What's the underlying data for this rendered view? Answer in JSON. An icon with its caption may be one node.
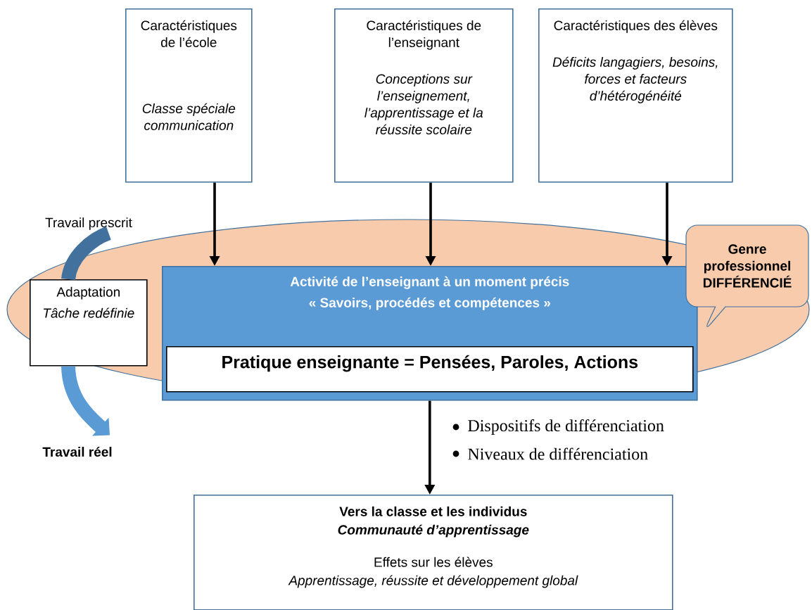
{
  "diagram": {
    "nodes": [
      {
        "text": [
          "Caractéristiques de l’école",
          "Classe spéciale communication"
        ]
      },
      {
        "text": [
          "Caractéristiques de l’enseignant",
          "Conceptions sur l’enseignement, l’apprentissage et la réussite scolaire"
        ]
      },
      {
        "text": [
          "Caractéristiques des élèves",
          "Déficits langagiers, besoins, forces et facteurs d’hétérogénéité"
        ]
      },
      {
        "text": [
          "Activité de l’enseignant à un moment précis",
          "« Savoirs, procédés et compétences »"
        ]
      },
      {
        "text": [
          "Pratique enseignante = Pensées, Paroles, Actions"
        ],
        "in": 3
      },
      {
        "text": [
          "Genre professionnel DIFFÉRENCIÉ"
        ]
      },
      {
        "text": [
          "Adaptation",
          "Tâche redéfinie"
        ]
      },
      {
        "text": [
          "Travail prescrit"
        ]
      },
      {
        "text": [
          "Travail réel"
        ]
      },
      {
        "text": [
          "Vers la classe et les individus",
          "Communauté d’apprentissage",
          "Effets sur les élèves",
          "Apprentissage, réussite et développement global"
        ]
      }
    ],
    "edges": [
      {
        "from": 0,
        "to": 3,
        "arrow": "to"
      },
      {
        "from": 1,
        "to": 3,
        "arrow": "to"
      },
      {
        "from": 2,
        "to": 3,
        "arrow": "to"
      },
      {
        "from": 3,
        "to": 9,
        "arrow": "to"
      },
      {
        "from": 7,
        "to": 6,
        "arrow": "none",
        "style": "thick",
        "color": "#41719c"
      },
      {
        "from": 6,
        "to": 8,
        "arrow": "to",
        "style": "thick",
        "color": "#5b9bd5"
      }
    ],
    "labels": [
      "Dispositifs de différenciation",
      "Niveaux de différenciation"
    ]
  }
}
